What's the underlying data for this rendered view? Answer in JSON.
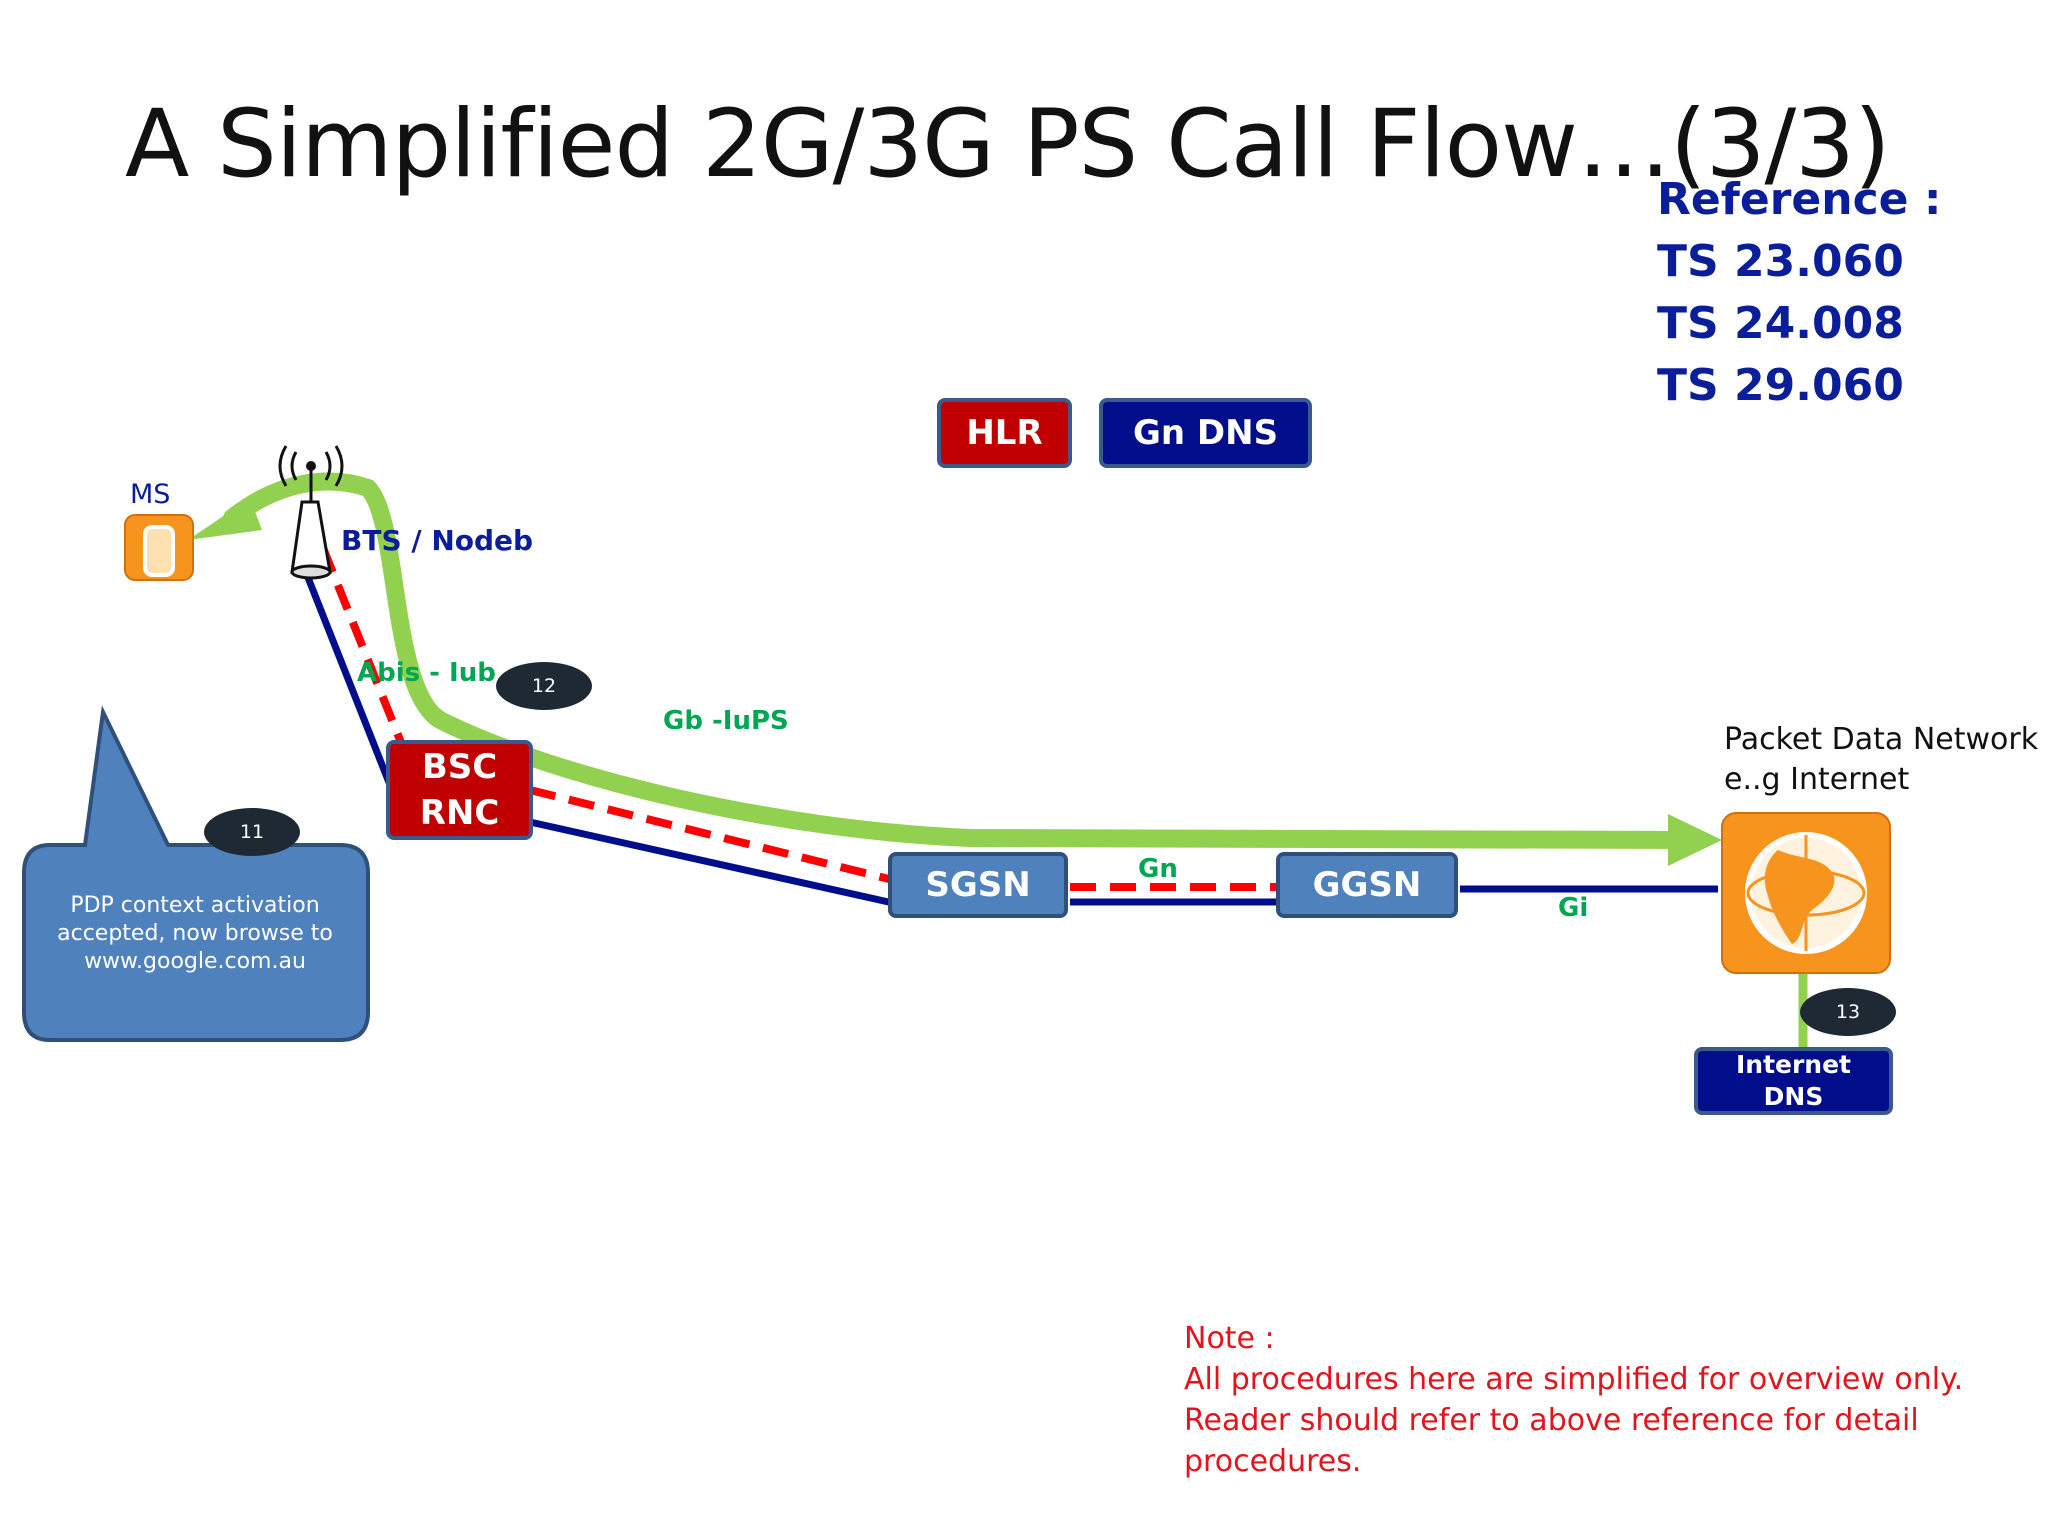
{
  "title": "A Simplified 2G/3G PS Call Flow…(3/3)",
  "reference": {
    "heading": "Reference :",
    "specs": [
      "TS 23.060",
      "TS 24.008",
      "TS 29.060"
    ]
  },
  "nodes": {
    "hlr": "HLR",
    "gn_dns": "Gn DNS",
    "bsc_rnc": [
      "BSC",
      "RNC"
    ],
    "sgsn": "SGSN",
    "ggsn": "GGSN",
    "internet_dns": [
      "Internet",
      "DNS"
    ]
  },
  "labels": {
    "ms": "MS",
    "bts": "BTS / Nodeb",
    "abis": "Abis - Iub",
    "gb": "Gb -IuPS",
    "gn": "Gn",
    "gi": "Gi",
    "pdn_line1": "Packet Data Network",
    "pdn_line2": "e..g Internet"
  },
  "steps": {
    "step_11": "11",
    "step_12": "12",
    "step_13": "13"
  },
  "callout": "PDP context activation\naccepted, now browse to\nwww.google.com.au",
  "note": {
    "heading": "Note :",
    "line1": "All procedures here are simplified for overview only.",
    "line2": "Reader should refer to above reference for detail",
    "line3": "procedures."
  },
  "colors": {
    "title": "#111111",
    "reference": "#0b1e99",
    "node_red": "#c00000",
    "node_navy": "#000e8c",
    "node_blue": "#4f81bd",
    "flow_arrow": "#92d050",
    "link_solid": "#000e8c",
    "link_dashed": "#ff0000",
    "interface_label": "#00a651",
    "note": "#e3141b"
  }
}
